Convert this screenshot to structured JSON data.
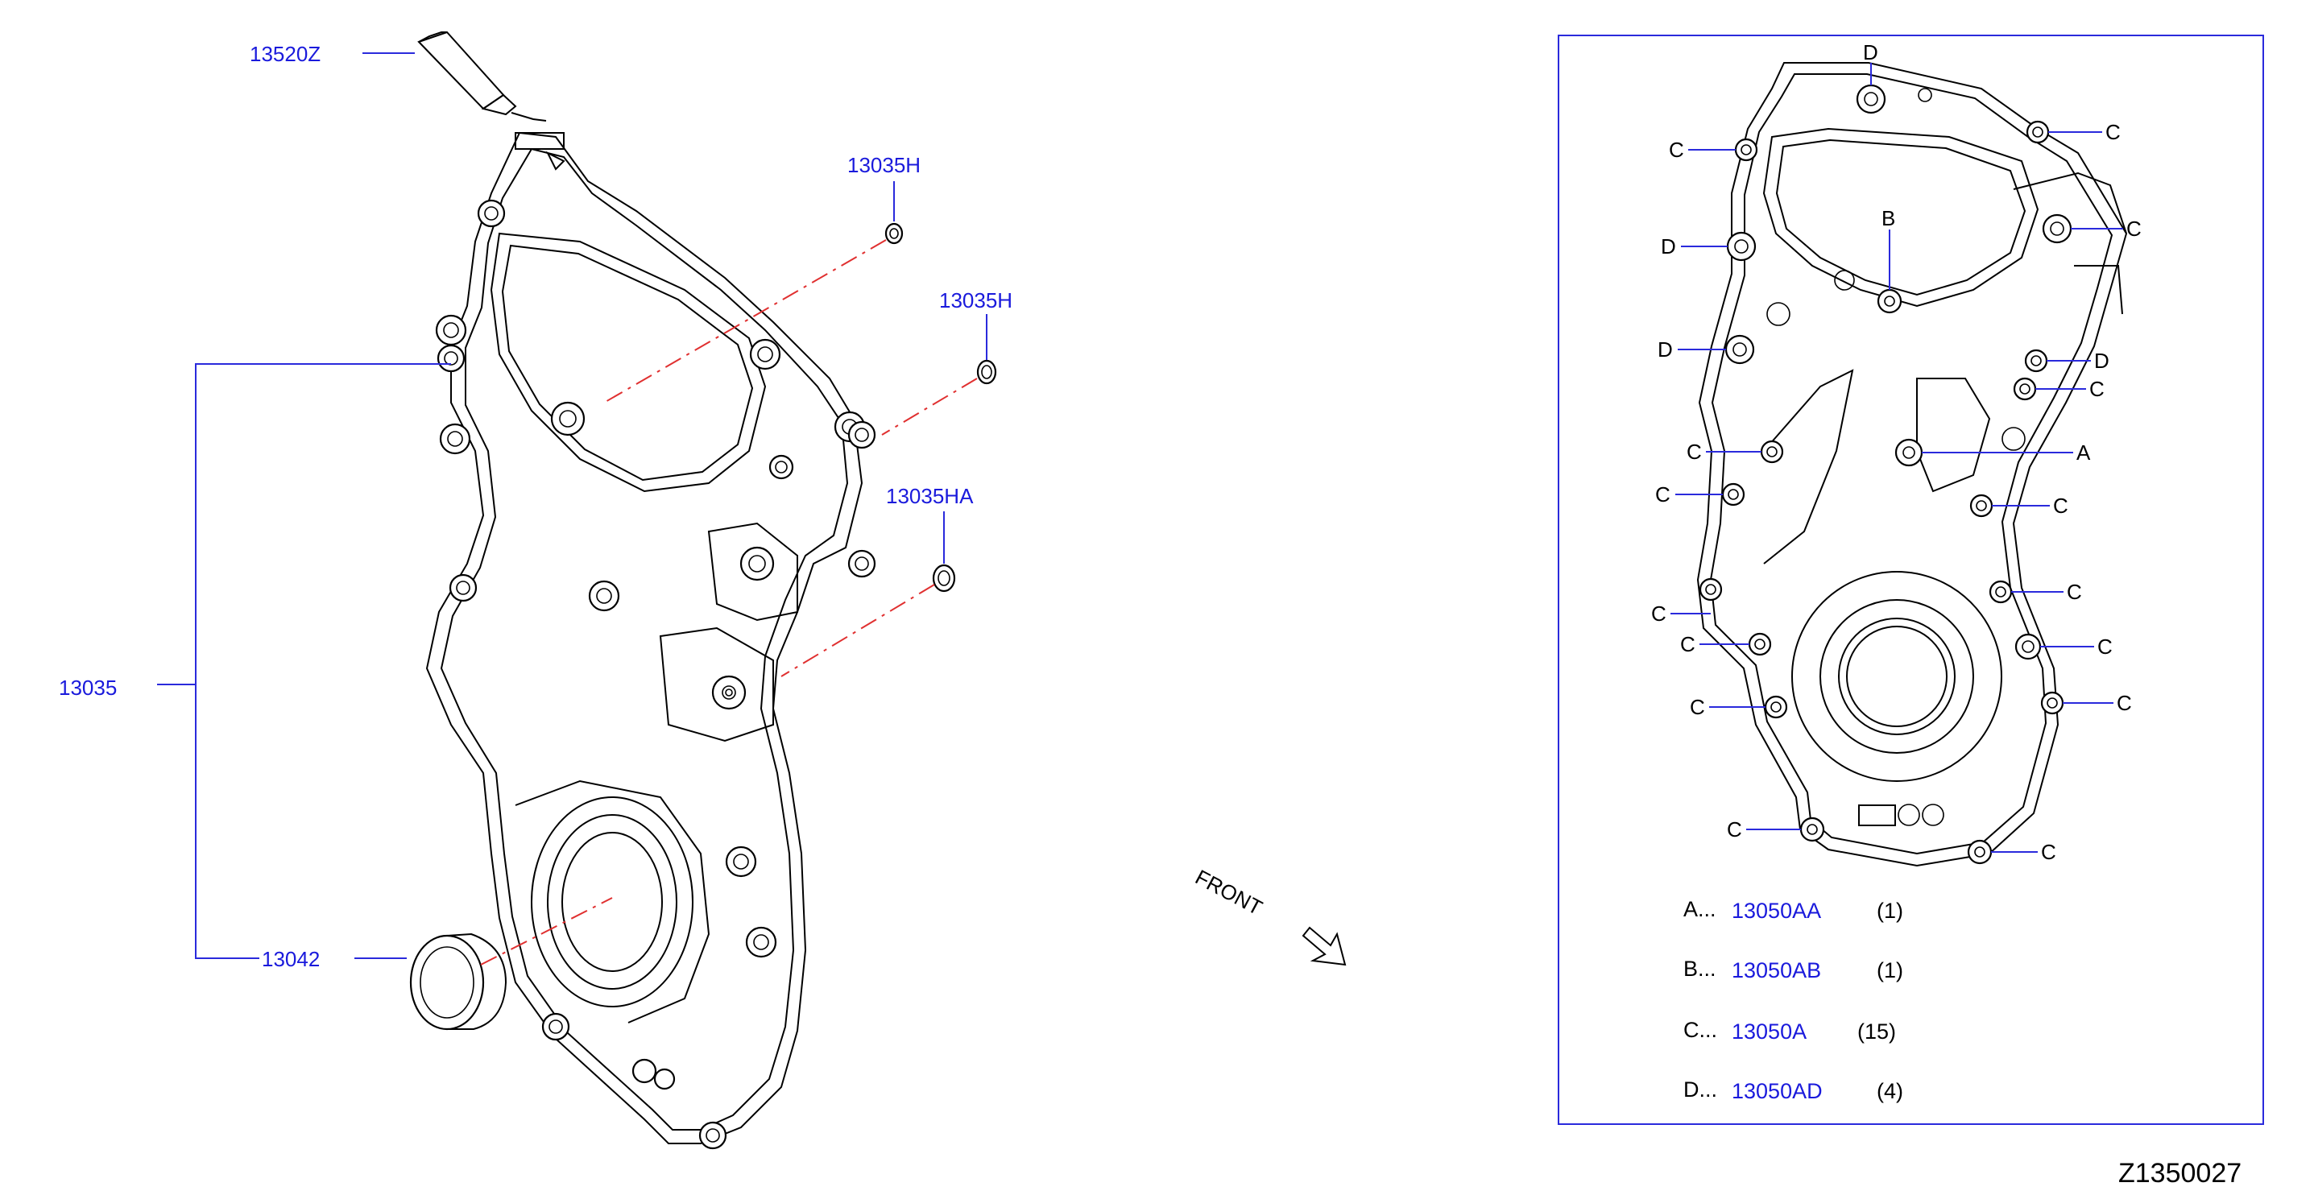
{
  "diagram_code": "Z1350027",
  "front_label": "FRONT",
  "callouts": {
    "c13520z": "13520Z",
    "c13035h_1": "13035H",
    "c13035h_2": "13035H",
    "c13035ha": "13035HA",
    "c13035": "13035",
    "c13042": "13042"
  },
  "bolt_letters": {
    "a": "A",
    "b": "B",
    "c": "C",
    "d": "D"
  },
  "legend": [
    {
      "letter": "A...",
      "part": "13050AA",
      "qty": "(1)"
    },
    {
      "letter": "B...",
      "part": "13050AB",
      "qty": "(1)"
    },
    {
      "letter": "C...",
      "part": "13050A",
      "qty": "(15)"
    },
    {
      "letter": "D...",
      "part": "13050AD",
      "qty": "(4)"
    }
  ]
}
